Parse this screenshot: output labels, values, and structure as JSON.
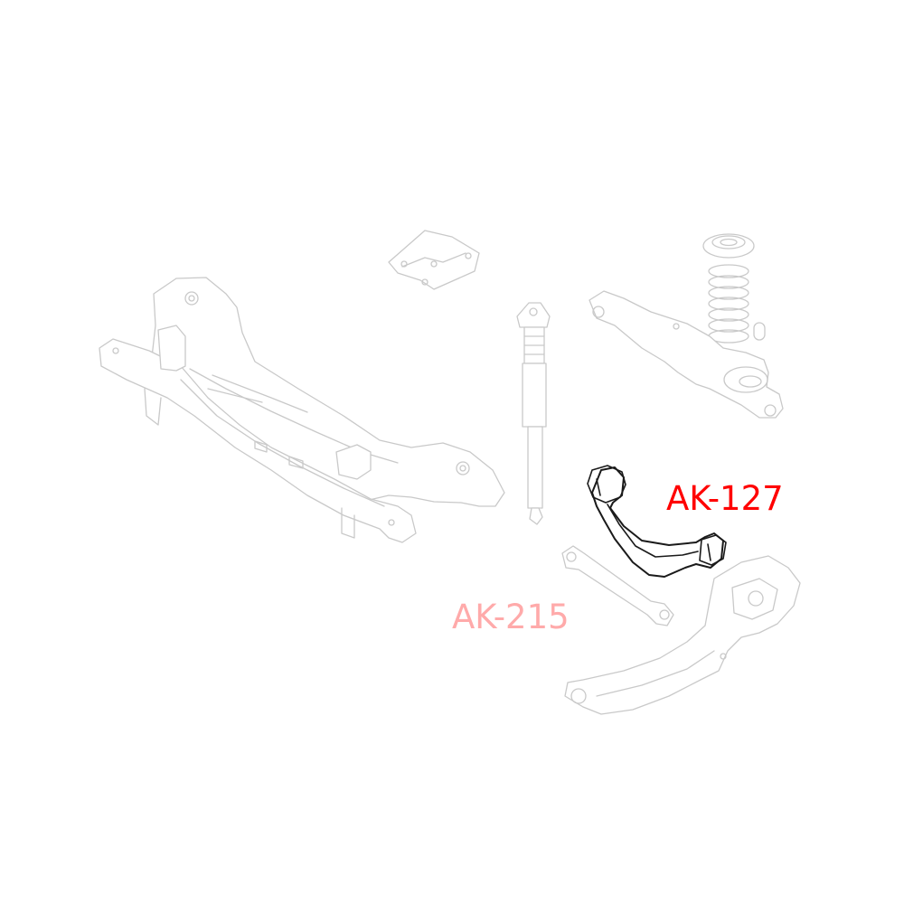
{
  "diagram": {
    "type": "rear suspension exploded parts diagram",
    "background": "#ffffff",
    "parts": [
      {
        "id": "subframe",
        "name": "Rear crossmember / subframe",
        "highlighted": false
      },
      {
        "id": "bracket-plate",
        "name": "Bracket plate",
        "highlighted": false
      },
      {
        "id": "shock-absorber",
        "name": "Shock absorber",
        "highlighted": false
      },
      {
        "id": "spring-seat",
        "name": "Spring seat / insulator",
        "highlighted": false
      },
      {
        "id": "coil-spring",
        "name": "Coil spring",
        "highlighted": false
      },
      {
        "id": "bump-stop",
        "name": "Bump stop",
        "highlighted": false
      },
      {
        "id": "lower-control-arm",
        "name": "Lower control arm",
        "highlighted": false
      },
      {
        "id": "upper-camber-arm",
        "name": "Upper camber arm",
        "highlighted": true
      },
      {
        "id": "toe-link",
        "name": "Toe link",
        "highlighted": false
      },
      {
        "id": "trailing-arm-knuckle",
        "name": "Trailing arm / knuckle",
        "highlighted": false
      }
    ],
    "labels": [
      {
        "text": "AK-127",
        "color": "#ff0000",
        "points_to": "upper-camber-arm"
      },
      {
        "text": "AK-215",
        "color": "#ffaaaa",
        "points_to": "toe-link"
      }
    ]
  }
}
